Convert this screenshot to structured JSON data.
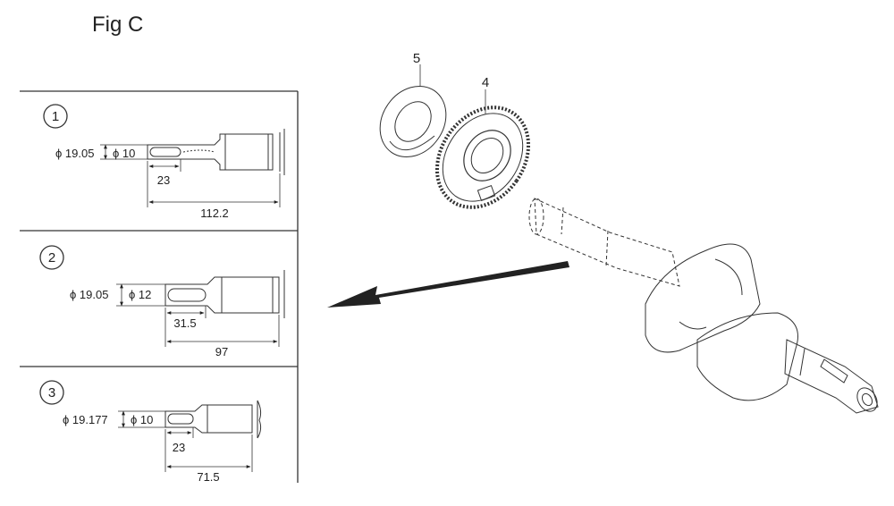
{
  "figure": {
    "title": "Fig C"
  },
  "variants": [
    {
      "number": "1",
      "outer_diameter": "ϕ 19.05",
      "inner_diameter": "ϕ 10",
      "key_length": "23",
      "overall_length": "112.2"
    },
    {
      "number": "2",
      "outer_diameter": "ϕ 19.05",
      "inner_diameter": "ϕ 12",
      "key_length": "31.5",
      "overall_length": "97"
    },
    {
      "number": "3",
      "outer_diameter": "ϕ 19.177",
      "inner_diameter": "ϕ 10",
      "key_length": "23",
      "overall_length": "71.5"
    }
  ],
  "parts": [
    {
      "number": "5",
      "name_icon": "washer-icon"
    },
    {
      "number": "4",
      "name_icon": "gear-icon"
    }
  ],
  "icons": {
    "crankshaft": "crankshaft-icon",
    "arrow": "arrow-left-icon"
  }
}
